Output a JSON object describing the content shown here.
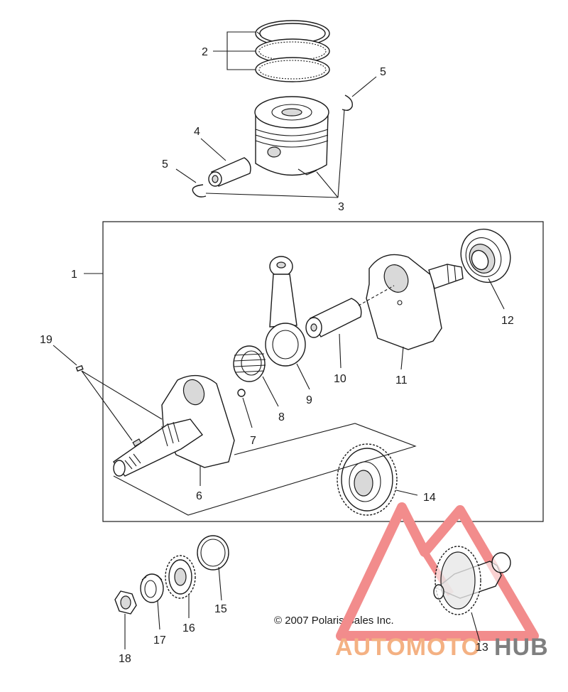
{
  "callouts": {
    "c1": "1",
    "c2": "2",
    "c3": "3",
    "c4": "4",
    "c5a": "5",
    "c5b": "5",
    "c6": "6",
    "c7": "7",
    "c8": "8",
    "c9": "9",
    "c10": "10",
    "c11": "11",
    "c12": "12",
    "c13": "13",
    "c14": "14",
    "c15": "15",
    "c16": "16",
    "c17": "17",
    "c18": "18",
    "c19": "19"
  },
  "copyright": "© 2007 Polaris Sales Inc.",
  "watermark": {
    "part1": "AUTOMOTO",
    "part2": "HUB",
    "color_primary": "#f4b183",
    "color_secondary": "#7f7f7f",
    "logo_color": "#f28c8c"
  }
}
